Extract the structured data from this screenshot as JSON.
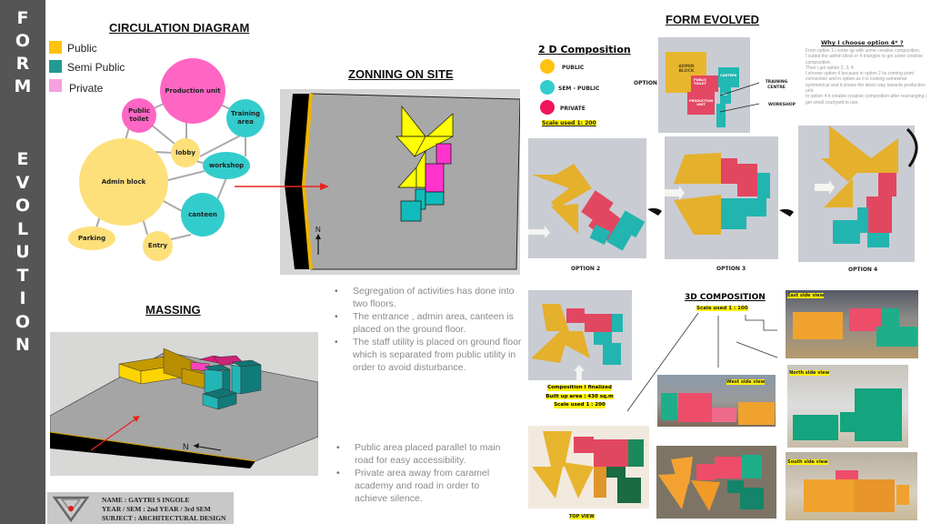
{
  "sidebar": {
    "title_word1": [
      "F",
      "O",
      "R",
      "M"
    ],
    "title_word2": [
      "E",
      "V",
      "O",
      "L",
      "U",
      "T",
      "I",
      "O",
      "N"
    ],
    "bg_color": "#555555"
  },
  "circulation": {
    "title": "CIRCULATION DIAGRAM",
    "legend": [
      {
        "label": "Public",
        "color": "#ffc20e"
      },
      {
        "label": "Semi Public",
        "color": "#229a94"
      },
      {
        "label": "Private",
        "color": "#f5a0e0"
      }
    ],
    "nodes": [
      {
        "label": "Production unit",
        "color": "#ff66c4"
      },
      {
        "label": "Public toilet",
        "color": "#ff66c4"
      },
      {
        "label": "Training area",
        "color": "#33cccc"
      },
      {
        "label": "lobby",
        "color": "#fde07a"
      },
      {
        "label": "workshop",
        "color": "#33cccc"
      },
      {
        "label": "Admin block",
        "color": "#fde07a"
      },
      {
        "label": "canteen",
        "color": "#33cccc"
      },
      {
        "label": "Parking",
        "color": "#fde07a"
      },
      {
        "label": "Entry",
        "color": "#fde07a"
      }
    ]
  },
  "zoning": {
    "title": "ZONNING ON SITE",
    "north_label": "N"
  },
  "notes_top": [
    "Segregation of activities has done into two floors.",
    "The entrance , admin area, canteen is placed on the ground floor.",
    "The staff utility is placed on ground floor which is separated from public utility in order to avoid disturbance."
  ],
  "massing": {
    "title": "MASSING",
    "north_label": "N"
  },
  "notes_bottom": [
    "Public area placed parallel to main road for easy accessibility.",
    "Private area away from caramel academy and road in order to achieve silence."
  ],
  "footer": {
    "name": "NAME : GAYTRI S INGOLE",
    "year": "YEAR / SEM : 2nd YEAR / 3rd SEM",
    "subject": "SUBJECT : ARCHITECTURAL DESIGN"
  },
  "form_evolved": {
    "title": "FORM EVOLVED",
    "composition_2d": {
      "title": "2 D Composition",
      "legend": [
        {
          "label": "PUBLIC",
          "color": "#ffc20e"
        },
        {
          "label": "SEM - PUBLIC",
          "color": "#33cccc"
        },
        {
          "label": "PRIVATE",
          "color": "#f0145a"
        }
      ],
      "scale": "Scale used 1: 200"
    },
    "option1": {
      "label": "OPTION 1",
      "blocks": [
        "ADMIN BLOCK",
        "PUBLIC TOILET",
        "CANTEEN",
        "PRODUCTION UNIT",
        "T.R"
      ],
      "callouts": [
        "TRAINING CENTRE",
        "WORKSHOP"
      ]
    },
    "why": {
      "title": "Why I choose option 4* ?",
      "points": [
        "From option 1 i come up with some creative composition.",
        "I cutted the admin block in 4 triangles to get some creative composition.",
        "Then i get option 2, 3, 4.",
        "I choose option 4 because in option 2 its coming point connection and in option as it is looking somewhat symmetrical and it shows the direct way towards production unit.",
        "In option 4 it creates creative composition after rearranging i get small courtyard to use."
      ]
    },
    "options": [
      "OPTION 2",
      "OPTION 3",
      "OPTION 4"
    ],
    "finalized": {
      "line1": "Composition I finalized",
      "line2": "Built up area : 430 sq.m",
      "line3": "Scale used 1 : 200"
    },
    "composition_3d": {
      "title": "3D COMPOSITION",
      "scale": "Scale used 1 : 100",
      "views": [
        "East side view",
        "West side view",
        "North side view",
        "South side view"
      ],
      "top_view": "TOP VIEW"
    }
  }
}
